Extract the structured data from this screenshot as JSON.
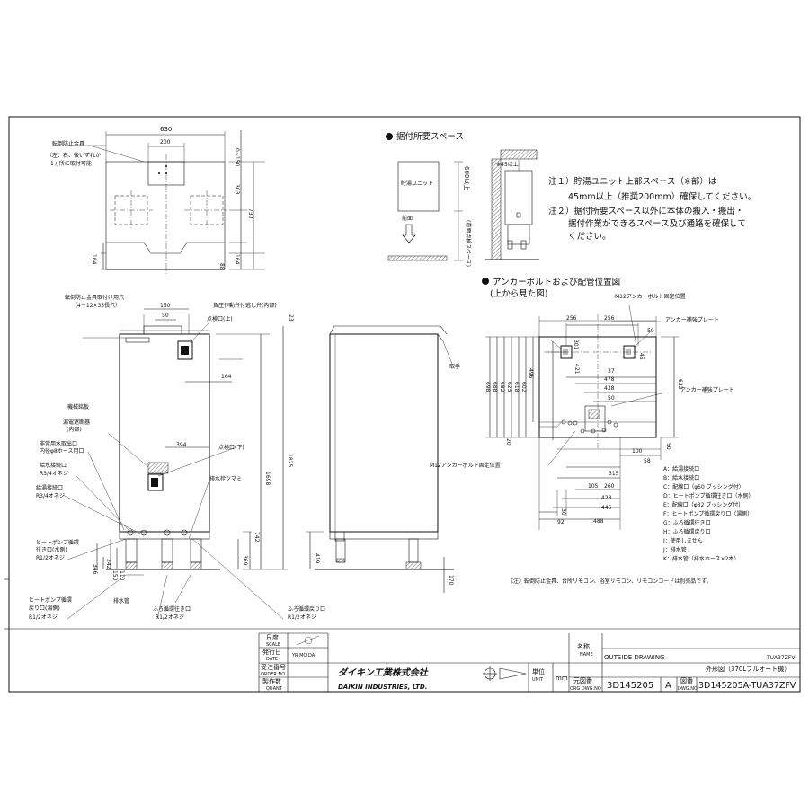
{
  "overall_view": {
    "width_630": "630",
    "width_200": "200",
    "dim_0_150": "0~150",
    "dim_303": "303",
    "dim_730": "730",
    "dim_164": "164",
    "dim_88": "88",
    "dim_164b": "164",
    "tipover_label": "転倒防止金具",
    "tipover_note_1": "（左、右、後いずれか",
    "tipover_note_2": "1ヵ所に取付可能"
  },
  "space": {
    "heading": "据付所要スペース",
    "unit_label": "貯湯ユニット",
    "front_label": "前面",
    "dim_600": "600以上",
    "front_space": "(前面点検スペース)",
    "dim_45": "※45以上",
    "note1_line1": "注１）貯湯ユニット上部スペース（※部）は",
    "note1_line2": "45mm以上（推奨200mm）確保してください。",
    "note2_line1": "注２）据付所要スペース以外に本体の搬入・搬出・",
    "note2_line2": "据付作業ができるスペース及び通路を確保して",
    "note2_line3": "ください。"
  },
  "front_view": {
    "bolt_holes_label": "転倒防止金具取付け用穴",
    "bolt_holes_spec": "（4－12×35長穴）",
    "dim_150": "150",
    "dim_50": "50",
    "dim_23": "23",
    "relief_valve": "負圧作動弁付逃し弁(内部)",
    "inspection_upper": "点検口(上)",
    "dim_164": "164",
    "nameplate": "機械銘板",
    "leakage_breaker": "漏電遮断器",
    "leakage_breaker_sub": "(内部)",
    "emergency_1": "非常用水取出口",
    "emergency_2": "内径φ8ホース用口",
    "supply_1": "給水接続口",
    "supply_2": "R3/4オネジ",
    "hot_1": "給湯接続口",
    "hot_2": "R3/4オネジ",
    "dim_394": "394",
    "inspection_lower": "点検口(下)",
    "drain_knob": "排水栓ツマミ",
    "dim_1698": "1698",
    "dim_1825": "1825",
    "dim_742": "742",
    "dim_369": "369",
    "dim_346": "346",
    "dim_242": "242",
    "dim_150b": "150",
    "dim_110": "110",
    "hp_out_1": "ヒートポンプ循環",
    "hp_out_2": "往き口(水側)",
    "hp_out_3": "R1/2オネジ",
    "hp_ret_1": "ヒートポンプ循環",
    "hp_ret_2": "戻り口(湯側)",
    "hp_ret_3": "R1/2オネジ",
    "drain_pipe": "排水管",
    "bath_out_1": "ふろ循環往き口",
    "bath_out_2": "R1/2オネジ",
    "bath_ret_1": "ふろ循環戻り口",
    "bath_ret_2": "R1/2オネジ"
  },
  "side_view": {
    "handle": "取手",
    "dim_419": "419",
    "dim_170": "170"
  },
  "anchor": {
    "heading_1": "アンカーボルトおよび配管位置図",
    "heading_2": "(上から見た図)",
    "m12_top": "M12アンカーボルト固定位置",
    "m12_bottom": "M12アンカーボルト固定位置",
    "plate_1": "アンカー補強プレート",
    "plate_2": "アンカー補強プレート",
    "dim_256a": "256",
    "dim_256b": "256",
    "dim_59": "59",
    "dim_301": "301",
    "dim_45": "45",
    "dim_421": "421",
    "dim_37": "37",
    "dim_478": "478",
    "dim_438": "438",
    "dim_50": "50",
    "dim_632": "632",
    "v_dims": [
      "698",
      "688",
      "682",
      "625",
      "618",
      "602",
      "496"
    ],
    "dim_50b": "50",
    "dim_20": "20",
    "dim_100": "100",
    "dim_58": "58",
    "dim_315": "315",
    "dim_260": "260",
    "dim_105": "105",
    "dim_428": "428",
    "dim_445": "445",
    "dim_488": "488",
    "dim_30": "30",
    "dim_92": "92",
    "legend": [
      "A：給湯接続口",
      "B：給水接続口",
      "C：配線口（φ50 ブッシング付）",
      "D：ヒートポンプ循環往き口（水側）",
      "E：配線口（φ32 ブッシング付）",
      "F：ヒートポンプ循環戻り口（湯側）",
      "G：ふろ循環往き口",
      "H：ふろ循環戻り口",
      "I：使用しません",
      "J：排水管",
      "K：排水管（排水ホース×2本）"
    ],
    "note": "《注》転倒防止金具、台所リモコン、浴室リモコン、リモコンコードは別売品です。"
  },
  "title_block": {
    "scale_jp": "尺度",
    "scale_en": "SCALE",
    "date_jp": "発行日",
    "date_en": "DATE",
    "date_fmt": "YR MO DA",
    "order_jp": "受注番号",
    "order_en": "ORDER NO.",
    "qty_jp": "製作数",
    "qty_en": "QUANT",
    "company_jp": "ダイキン工業株式会社",
    "company_en": "DAIKIN INDUSTRIES, LTD.",
    "unit_jp": "単位",
    "unit_en": "UNIT",
    "unit_val": "mm",
    "name_jp": "名称",
    "name_en": "NAME",
    "drawing_type": "OUTSIDE DRAWING",
    "model": "TUA37ZFV",
    "drawing_title": "外形図（370Lフルオート機）",
    "orig_jp": "元図番",
    "orig_en": "ORG DWG.NO",
    "orig_no": "3D145205",
    "rev": "A",
    "dwg_jp": "図番",
    "dwg_en": "DWG.NO",
    "dwg_no": "3D145205A-TUA37ZFV"
  }
}
